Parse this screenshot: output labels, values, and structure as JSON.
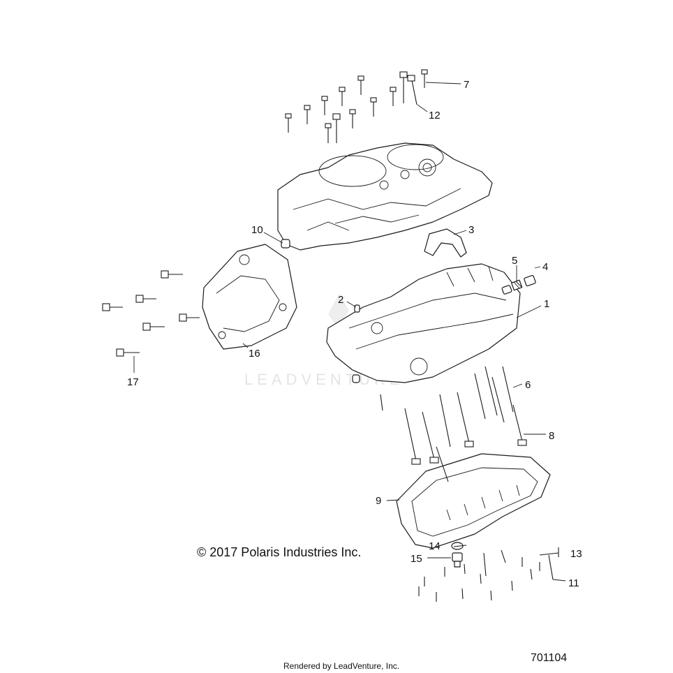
{
  "copyright": "© 2017 Polaris Industries Inc.",
  "footer": "Rendered by LeadVenture, Inc.",
  "figure_id": "701104",
  "watermark": "LEADVENTURE",
  "callouts": [
    {
      "id": "1",
      "label": "1"
    },
    {
      "id": "2",
      "label": "2"
    },
    {
      "id": "3",
      "label": "3"
    },
    {
      "id": "4",
      "label": "4"
    },
    {
      "id": "5",
      "label": "5"
    },
    {
      "id": "6",
      "label": "6"
    },
    {
      "id": "7",
      "label": "7"
    },
    {
      "id": "8",
      "label": "8"
    },
    {
      "id": "9",
      "label": "9"
    },
    {
      "id": "10",
      "label": "10"
    },
    {
      "id": "11",
      "label": "11"
    },
    {
      "id": "12",
      "label": "12"
    },
    {
      "id": "13",
      "label": "13"
    },
    {
      "id": "14",
      "label": "14"
    },
    {
      "id": "15",
      "label": "15"
    },
    {
      "id": "16",
      "label": "16"
    },
    {
      "id": "17",
      "label": "17"
    }
  ]
}
